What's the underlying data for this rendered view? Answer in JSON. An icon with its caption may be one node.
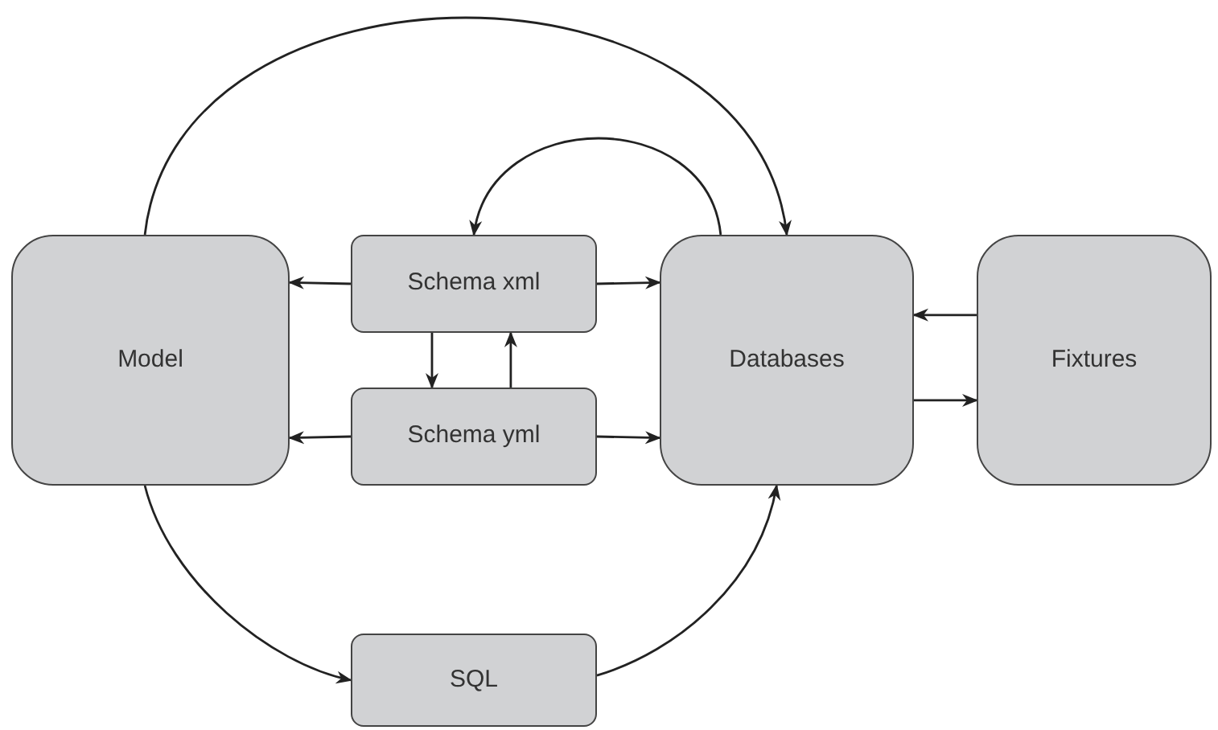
{
  "diagram": {
    "nodes": [
      {
        "text": [
          "Model"
        ]
      },
      {
        "text": [
          "Schema xml"
        ]
      },
      {
        "text": [
          "Schema yml"
        ]
      },
      {
        "text": [
          "Databases"
        ]
      },
      {
        "text": [
          "Fixtures"
        ]
      },
      {
        "text": [
          "SQL"
        ]
      }
    ],
    "edges": [
      {
        "from": 0,
        "to": 3,
        "arrow": "to"
      },
      {
        "from": 3,
        "to": 1,
        "arrow": "to"
      },
      {
        "from": 1,
        "to": 0,
        "arrow": "to"
      },
      {
        "from": 1,
        "to": 3,
        "arrow": "to"
      },
      {
        "from": 1,
        "to": 2,
        "arrow": "to"
      },
      {
        "from": 2,
        "to": 1,
        "arrow": "to"
      },
      {
        "from": 2,
        "to": 0,
        "arrow": "to"
      },
      {
        "from": 2,
        "to": 3,
        "arrow": "to"
      },
      {
        "from": 4,
        "to": 3,
        "arrow": "to"
      },
      {
        "from": 3,
        "to": 4,
        "arrow": "to"
      },
      {
        "from": 0,
        "to": 5,
        "arrow": "to"
      },
      {
        "from": 5,
        "to": 3,
        "arrow": "to"
      }
    ]
  }
}
